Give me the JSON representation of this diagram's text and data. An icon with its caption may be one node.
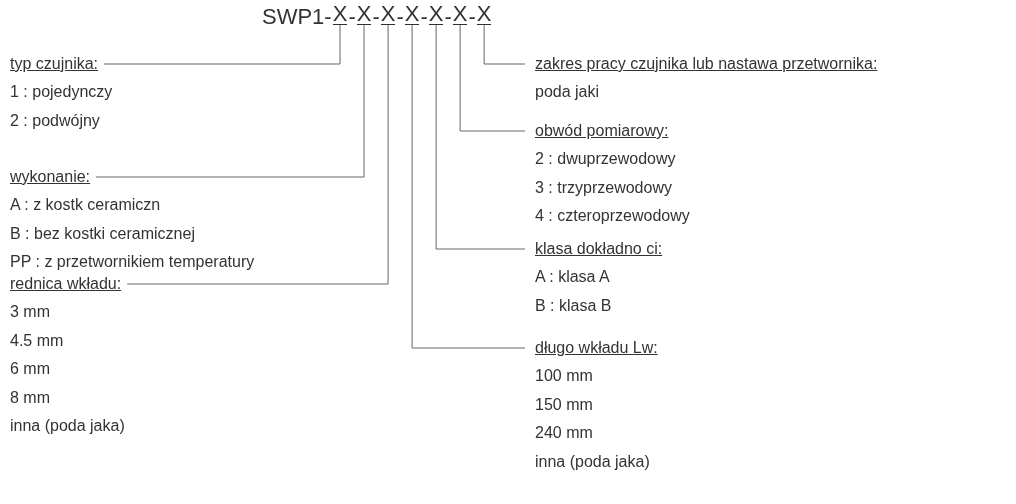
{
  "diagram": {
    "nodes": [
      {
        "text": [
          "X"
        ]
      },
      {
        "text": [
          "X"
        ]
      },
      {
        "text": [
          "X"
        ]
      },
      {
        "text": [
          "X"
        ]
      },
      {
        "text": [
          "X"
        ]
      },
      {
        "text": [
          "X"
        ]
      },
      {
        "text": [
          "X"
        ]
      },
      {
        "text": [
          "typ czujnika:"
        ],
        "beside": [
          "1 : pojedynczy",
          "2 : podwójny"
        ]
      },
      {
        "text": [
          "wykonanie:"
        ],
        "beside": [
          "A : z kostk ceramiczn",
          "B : bez kostki ceramicznej",
          "PP : z przetwornikiem temperatury"
        ]
      },
      {
        "text": [
          "rednica wkładu:"
        ],
        "beside": [
          "3 mm",
          "4.5 mm",
          "6 mm",
          "8 mm",
          "inna (poda jaka)"
        ]
      },
      {
        "text": [
          "zakres pracy czujnika lub nastawa przetwornika:"
        ],
        "beside": [
          "poda jaki"
        ]
      },
      {
        "text": [
          "obwód pomiarowy:"
        ],
        "beside": [
          "2 : dwuprzewodowy",
          "3 : trzyprzewodowy",
          "4 : czteroprzewodowy"
        ]
      },
      {
        "text": [
          "klasa dokładno ci:"
        ],
        "beside": [
          "A : klasa A",
          "B : klasa B"
        ]
      },
      {
        "text": [
          "długo wkładu Lw:"
        ],
        "beside": [
          "100 mm",
          "150 mm",
          "240 mm",
          "inna (poda jaka)"
        ]
      }
    ],
    "edges": [
      {
        "from": 7,
        "to": 0,
        "arrow": "none"
      },
      {
        "from": 8,
        "to": 1,
        "arrow": "none"
      },
      {
        "from": 9,
        "to": 2,
        "arrow": "none"
      },
      {
        "from": 13,
        "to": 3,
        "arrow": "none"
      },
      {
        "from": 12,
        "to": 4,
        "arrow": "none"
      },
      {
        "from": 11,
        "to": 5,
        "arrow": "none"
      },
      {
        "from": 10,
        "to": 6,
        "arrow": "none"
      }
    ],
    "labels": [
      "SWP1-",
      "-",
      "-",
      "-",
      "-",
      "-",
      "-"
    ]
  }
}
